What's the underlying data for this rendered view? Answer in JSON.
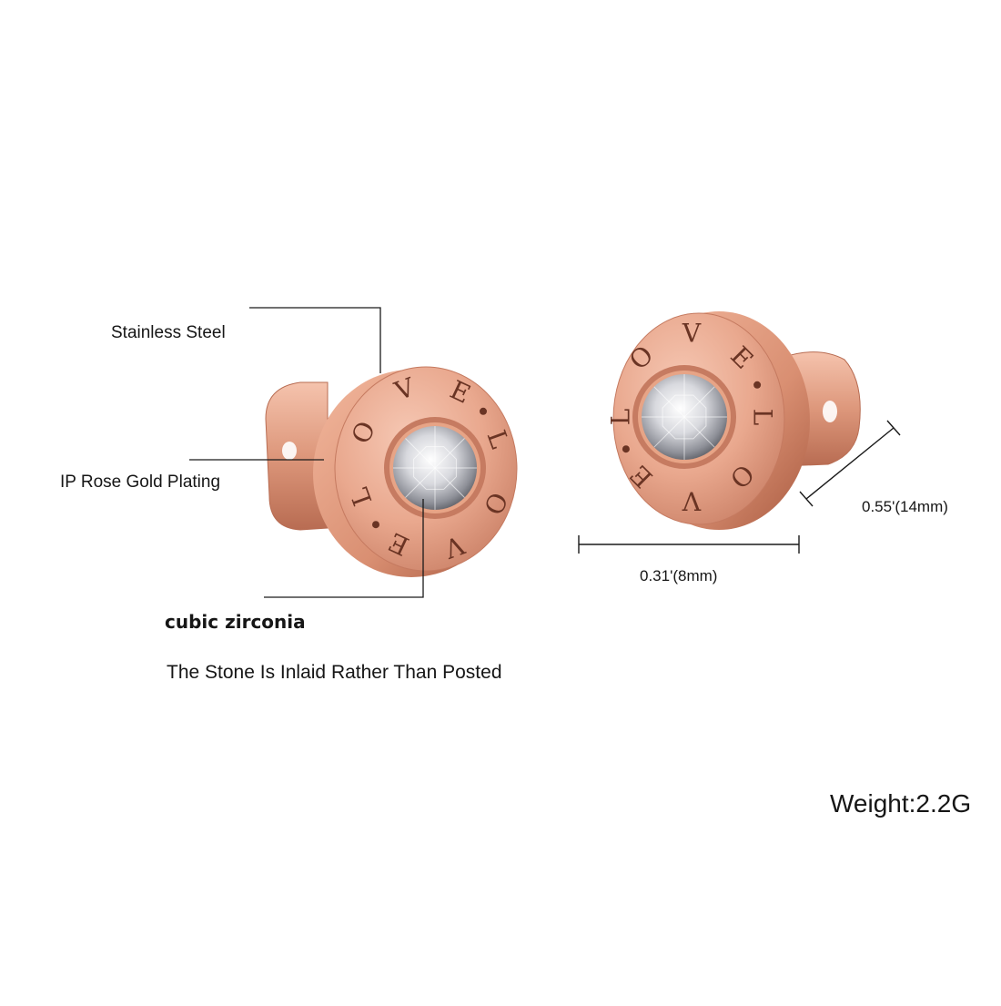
{
  "product": {
    "colors": {
      "rose_gold": "#e9a88e",
      "rose_gold_dark": "#b5664c",
      "engraving": "#6a3424",
      "crystal": "#dcdde2"
    },
    "engraving_text": [
      "L",
      "O",
      "V",
      "E",
      "L",
      "O",
      "V",
      "E"
    ]
  },
  "callouts": {
    "stainless_steel": "Stainless Steel",
    "ip_rose_gold_plating": "IP Rose Gold Plating",
    "cubic_zirconia": "cubic zirconia",
    "inlaid_note": "The Stone Is Inlaid Rather Than Posted"
  },
  "dimensions": {
    "diameter": "0.31'(8mm)",
    "thickness": "0.55'(14mm)"
  },
  "weight": "Weight:2.2G"
}
